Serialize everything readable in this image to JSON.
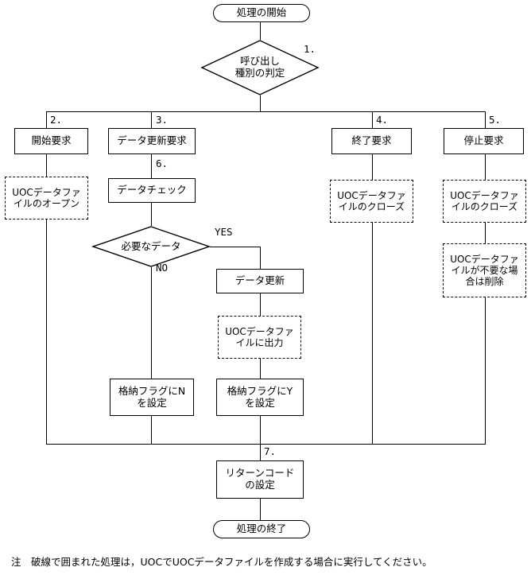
{
  "diagram": {
    "title_terminal_start": "処理の開始",
    "title_terminal_end": "処理の終了",
    "decision_main": "呼び出し\n種別の判定",
    "decision_data": "必要なデータ",
    "branch_yes": "YES",
    "branch_no": "NO",
    "steps": {
      "s1": "1.",
      "s2": "2.",
      "s3": "3.",
      "s4": "4.",
      "s5": "5.",
      "s6": "6.",
      "s7": "7."
    },
    "boxes": {
      "start_request": "開始要求",
      "data_update_request": "データ更新要求",
      "end_request": "終了要求",
      "stop_request": "停止要求",
      "data_check": "データチェック",
      "data_update": "データ更新",
      "flag_n": "格納フラグにN\nを設定",
      "flag_y": "格納フラグにY\nを設定",
      "return_code": "リターンコード\nの設定"
    },
    "dashed_boxes": {
      "uoc_open": "UOCデータファ\nイルのオープン",
      "uoc_close_end": "UOCデータファ\nイルのクローズ",
      "uoc_close_stop": "UOCデータファ\nイルのクローズ",
      "uoc_delete": "UOCデータファ\nイルが不要な場\n合は削除",
      "uoc_output": "UOCデータファ\nイルに出力"
    },
    "footnote": "注　破線で囲まれた処理は，UOCでUOCデータファイルを作成する場合に実行してください。",
    "colors": {
      "stroke": "#000000",
      "background": "#ffffff"
    }
  }
}
